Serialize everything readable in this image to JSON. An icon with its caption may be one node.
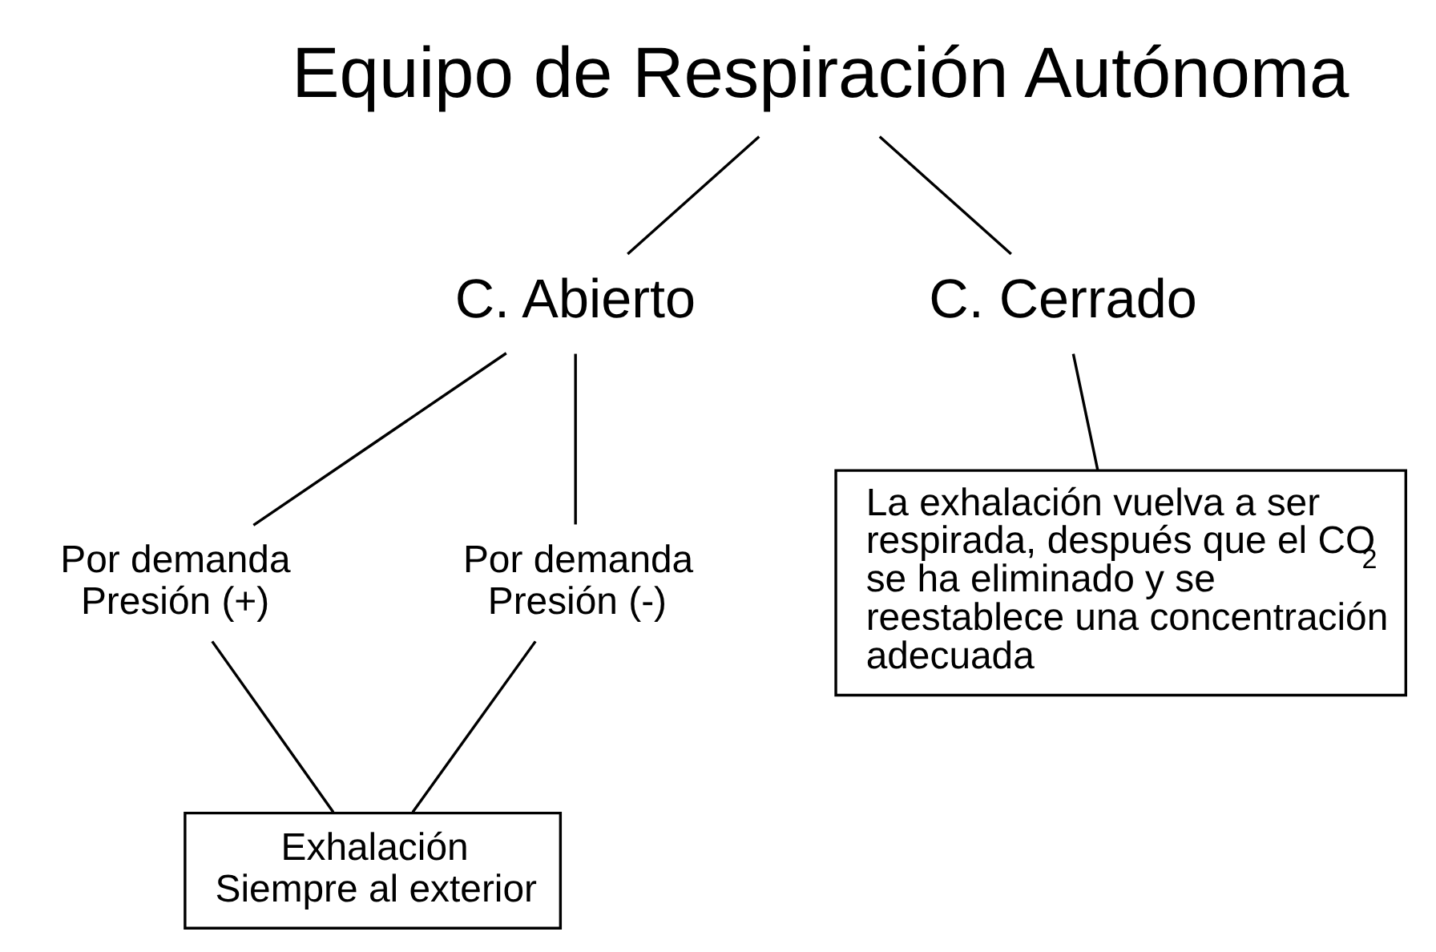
{
  "diagram": {
    "nodes": [
      {
        "text": [
          "Equipo de Respiración Autónoma"
        ]
      },
      {
        "text": [
          "C. Abierto"
        ]
      },
      {
        "text": [
          "C. Cerrado"
        ]
      },
      {
        "text": [
          "Por demanda",
          "Presión (+)"
        ]
      },
      {
        "text": [
          "Por demanda",
          "Presión (-)"
        ]
      },
      {
        "text": [
          "Exhalación",
          "Siempre al exterior"
        ]
      },
      {
        "text": [
          "La exhalación vuelva a ser respirada, después que el CO$_{2}$ se ha eliminado y se reestablece una concentración adecuada"
        ]
      }
    ],
    "edges": [
      {
        "from": 0,
        "to": 1,
        "arrow": "none"
      },
      {
        "from": 0,
        "to": 2,
        "arrow": "none"
      },
      {
        "from": 1,
        "to": 3,
        "arrow": "none"
      },
      {
        "from": 1,
        "to": 4,
        "arrow": "none"
      },
      {
        "from": 2,
        "to": 6,
        "arrow": "none"
      },
      {
        "from": 3,
        "to": 5,
        "arrow": "none"
      },
      {
        "from": 4,
        "to": 5,
        "arrow": "none"
      }
    ]
  }
}
